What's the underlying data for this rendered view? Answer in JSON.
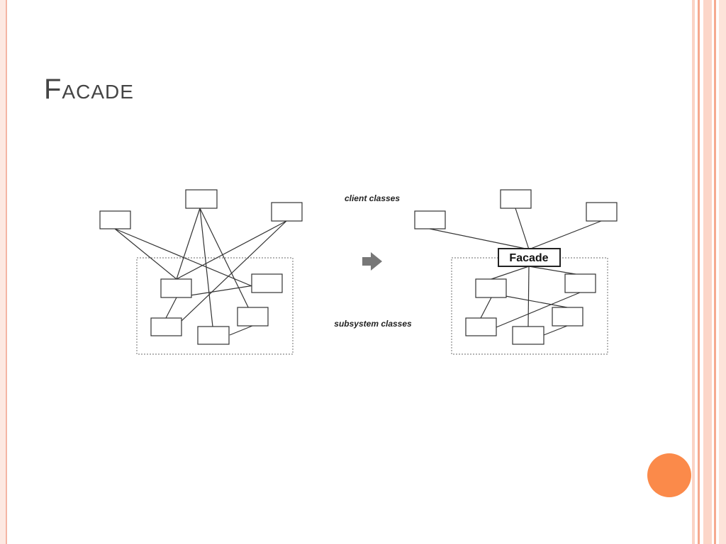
{
  "slide": {
    "title": "Facade"
  },
  "diagram": {
    "label_clients": "client classes",
    "label_subsystem": "subsystem classes",
    "facade_label": "Facade",
    "arrow_icon": "arrow-right-icon"
  },
  "colors": {
    "accent": "#fb8a4a",
    "frame": "#f4b6a4",
    "title": "#444444"
  }
}
